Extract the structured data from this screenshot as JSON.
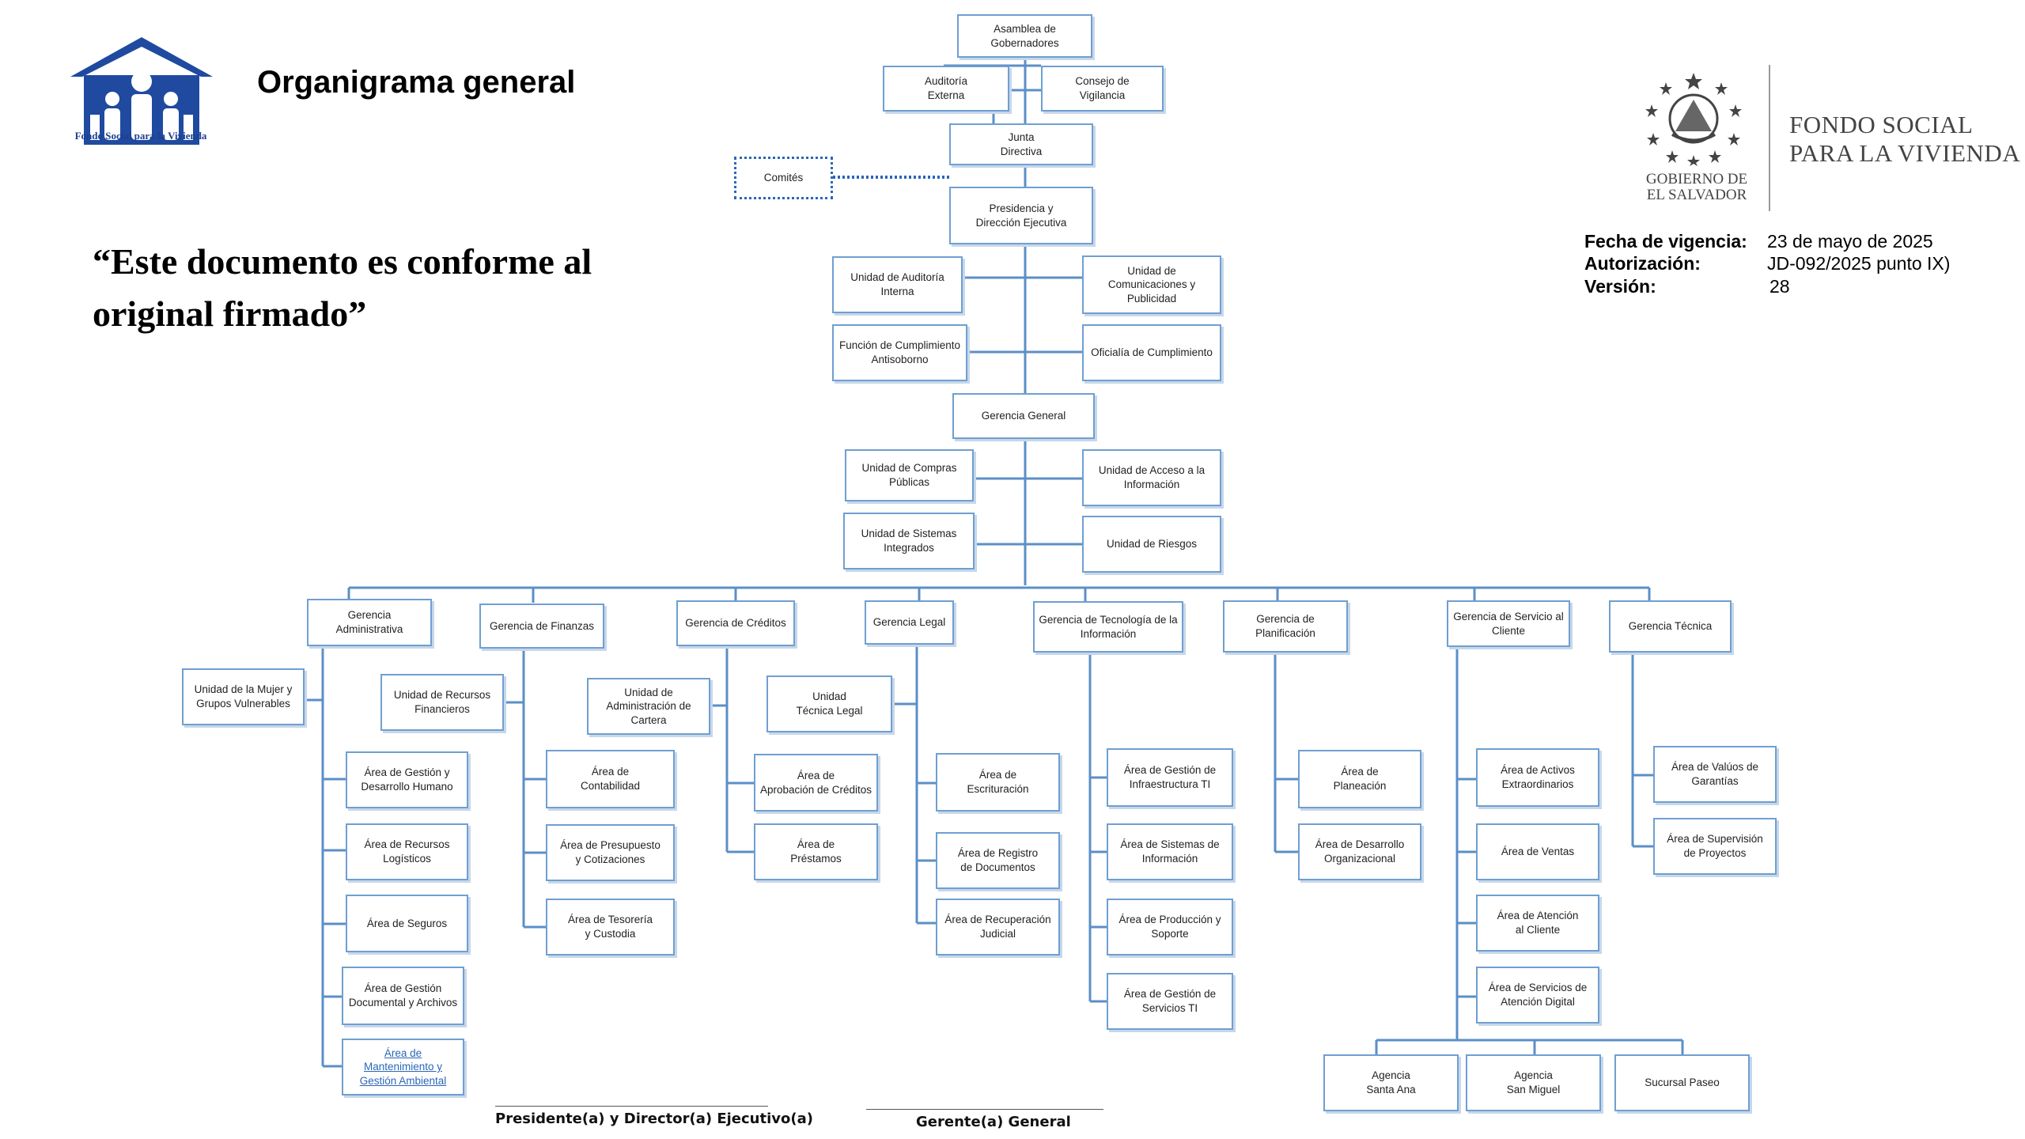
{
  "header": {
    "title": "Organigrama general",
    "logo_caption": "Fondo Social para la Vivienda",
    "quote": "“Este documento es conforme al original firmado”",
    "government": "GOBIERNO DE\nEL SALVADOR",
    "brand": "FONDO SOCIAL\nPARA LA VIVIENDA"
  },
  "meta": {
    "validity_label": "Fecha de vigencia:",
    "validity_value": "23 de mayo de 2025",
    "authorization_label": "Autorización:",
    "authorization_value": "JD-092/2025 punto IX)",
    "version_label": "Versión:",
    "version_value": "28"
  },
  "signatures": {
    "president": "Presidente(a) y Director(a) Ejecutivo(a)",
    "manager": "Gerente(a) General"
  },
  "colors": {
    "line": "#5b8fc7",
    "box_border": "#6f9fd1",
    "dotted": "#2b66b8",
    "logo_blue": "#1f4aa0"
  },
  "org": {
    "asamblea": "Asamblea de\nGobernadores",
    "auditoria_externa": "Auditoría\nExterna",
    "consejo": "Consejo de\nVigilancia",
    "junta": "Junta\nDirectiva",
    "comites": "Comités",
    "presidencia": "Presidencia y\nDirección Ejecutiva",
    "auditoria_interna": "Unidad de Auditoría\nInterna",
    "comunicaciones": "Unidad de\nComunicaciones y\nPublicidad",
    "antisoborno": "Función de Cumplimiento\nAntisoborno",
    "oficialia": "Oficialía de Cumplimiento",
    "gerencia_general": "Gerencia General",
    "compras": "Unidad de Compras\nPúblicas",
    "acceso": "Unidad de Acceso a la\nInformación",
    "sistemas_integrados": "Unidad de Sistemas\nIntegrados",
    "riesgos": "Unidad de Riesgos",
    "g_admin": "Gerencia\nAdministrativa",
    "g_finanzas": "Gerencia de  Finanzas",
    "g_creditos": "Gerencia de Créditos",
    "g_legal": "Gerencia Legal",
    "g_tecnologia": "Gerencia de Tecnología de la\nInformación",
    "g_planificacion": "Gerencia de\nPlanificación",
    "g_servicio": "Gerencia de Servicio al\nCliente",
    "g_tecnica": "Gerencia Técnica",
    "mujer": "Unidad de la Mujer y\nGrupos Vulnerables",
    "gestion_humano": "Área de Gestión y\nDesarrollo Humano",
    "logisticos": "Área de Recursos\nLogísticos",
    "seguros": "Área de Seguros",
    "documental": "Área de Gestión\nDocumental y Archivos",
    "mantenimiento": "Área de\nMantenimiento y\nGestión Ambiental",
    "recursos_financieros": "Unidad de Recursos\nFinancieros",
    "contabilidad": "Área de\nContabilidad",
    "presupuesto": "Área de Presupuesto\ny Cotizaciones",
    "tesoreria": "Área de Tesorería\ny Custodia",
    "admin_cartera": "Unidad de\nAdministración de\nCartera",
    "aprobacion": "Área de\nAprobación de Créditos",
    "prestamos": "Área de\nPréstamos",
    "tecnica_legal": "Unidad\nTécnica Legal",
    "escrituracion": "Área de\nEscrituración",
    "registro_docs": "Área de Registro\nde Documentos",
    "recuperacion": "Área de Recuperación\nJudicial",
    "infraestructura": "Área de Gestión de\nInfraestructura TI",
    "sistemas_info": "Área de Sistemas de\nInformación",
    "produccion": "Área de Producción y\nSoporte",
    "servicios_ti": "Área de Gestión de\nServicios TI",
    "planeacion": "Área de\nPlaneación",
    "desarrollo_org": "Área de Desarrollo\nOrganizacional",
    "activos": "Área de Activos\nExtraordinarios",
    "ventas": "Área de Ventas",
    "atencion": "Área de Atención\nal Cliente",
    "digital": "Área de Servicios de\nAtención Digital",
    "valuos": "Área de Valúos de\nGarantías",
    "supervision": "Área de  Supervisión\nde Proyectos",
    "santa_ana": "Agencia\nSanta Ana",
    "san_miguel": "Agencia\nSan Miguel",
    "paseo": "Sucursal Paseo"
  }
}
